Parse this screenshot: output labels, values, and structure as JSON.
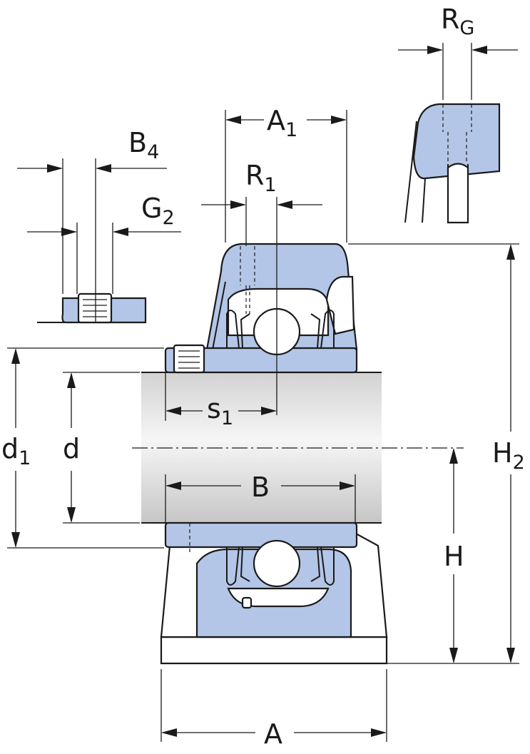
{
  "dimension_labels": {
    "RG": {
      "main": "R",
      "sub": "G"
    },
    "A1": {
      "main": "A",
      "sub": "1"
    },
    "R1": {
      "main": "R",
      "sub": "1"
    },
    "B4": {
      "main": "B",
      "sub": "4"
    },
    "G2": {
      "main": "G",
      "sub": "2"
    },
    "s1": {
      "main": "s",
      "sub": "1"
    },
    "d1": {
      "main": "d",
      "sub": "1"
    },
    "d": {
      "main": "d"
    },
    "B": {
      "main": "B"
    },
    "H2": {
      "main": "H",
      "sub": "2"
    },
    "H": {
      "main": "H"
    },
    "A": {
      "main": "A"
    }
  },
  "colors": {
    "housing_fill": "#b3c6e7",
    "line": "#1a1a1a",
    "shaft_light": "#f4f4f4",
    "shaft_dark": "#cfcfcf"
  }
}
